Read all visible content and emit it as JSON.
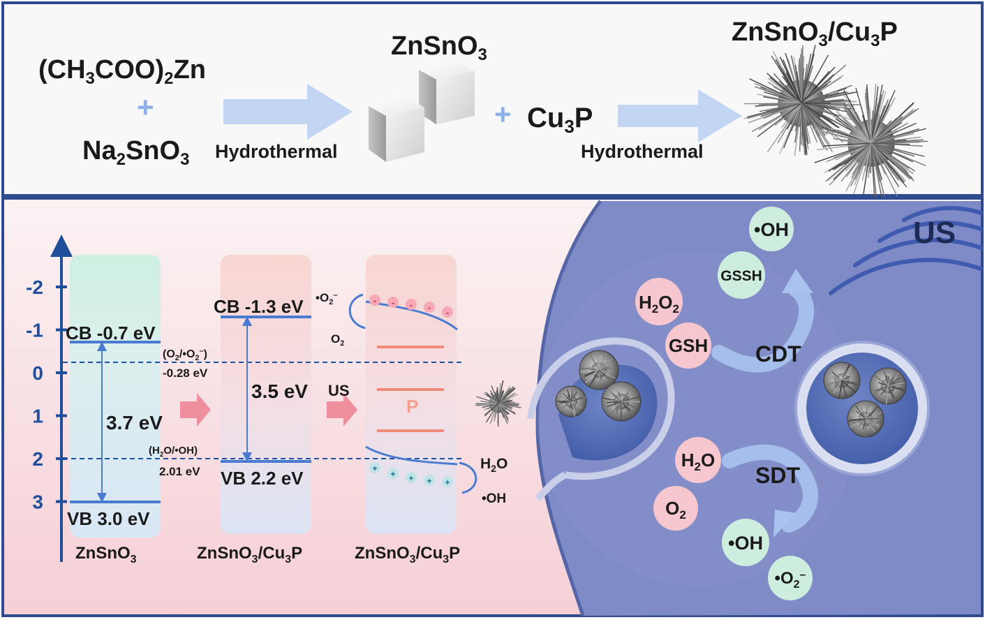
{
  "synthesis": {
    "reactant1": "(CH3COO)2Zn",
    "reactant2": "Na2SnO3",
    "plus": "+",
    "arrow1_label": "Hydrothermal",
    "product1": "ZnSnO3",
    "reagent": "Cu3P",
    "arrow2_label": "Hydrothermal",
    "product2": "ZnSnO3/Cu3P"
  },
  "band_diagram": {
    "axis_ticks": [
      "-2",
      "-1",
      "0",
      "1",
      "2",
      "3"
    ],
    "zns_cb": "CB -0.7 eV",
    "zns_vb": "VB 3.0 eV",
    "zns_gap": "3.7 eV",
    "zns_label": "ZnSnO3",
    "o2_potential_line1": "(O2/•O2-)",
    "o2_potential_line2": "-0.28 eV",
    "oh_potential_line1": "(H2O/•OH)",
    "oh_potential_line2": "2.01 eV",
    "het_cb": "CB -1.3 eV",
    "het_vb": "VB 2.2 eV",
    "het_gap": "3.5 eV",
    "het_label": "ZnSnO3/Cu3P",
    "us_arrow": "US",
    "polarization": "P",
    "right_label": "ZnSnO3/Cu3P",
    "superoxide": "•O2-",
    "oxygen": "O2",
    "water": "H2O",
    "hydroxyl": "•OH"
  },
  "cell": {
    "us": "US",
    "oh_top": "•OH",
    "gssh": "GSSH",
    "h2o2": "H2O2",
    "gsh": "GSH",
    "cdt": "CDT",
    "h2o": "H2O",
    "o2": "O2",
    "sdt": "SDT",
    "oh_bottom": "•OH",
    "o2_minus": "•O2-"
  },
  "colors": {
    "frame": "#2e4b8f",
    "axis": "#1f4e9b",
    "cell": "#7d8ac6",
    "arrow_blue": "#b9cdf1",
    "arrow_pink": "#ef8f9e",
    "green_bubble": "#cdeede",
    "pink_bubble": "#f7c7cf"
  }
}
